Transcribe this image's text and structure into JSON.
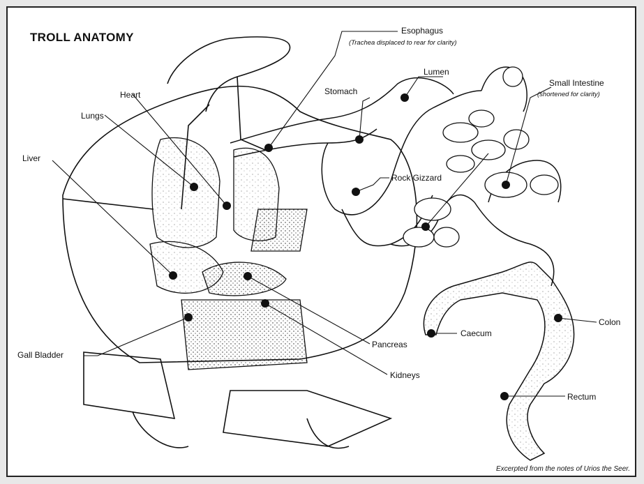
{
  "title": "TROLL ANATOMY",
  "labels": {
    "esophagus": "Esophagus",
    "esophagus_note": "(Trachea displaced to rear for clarity)",
    "lumen": "Lumen",
    "stomach": "Stomach",
    "small_intestine": "Small Intestine",
    "small_intestine_note": "(shortened for clarity)",
    "heart": "Heart",
    "lungs": "Lungs",
    "liver": "Liver",
    "rock_gizzard": "Rock Gizzard",
    "caecum": "Caecum",
    "colon": "Colon",
    "pancreas": "Pancreas",
    "gall_bladder": "Gall Bladder",
    "kidneys": "Kidneys",
    "rectum": "Rectum"
  },
  "caption": "Excerpted from the notes of Urios the Seer.",
  "colors": {
    "ink": "#111111",
    "paper": "#ffffff",
    "border": "#222222"
  }
}
